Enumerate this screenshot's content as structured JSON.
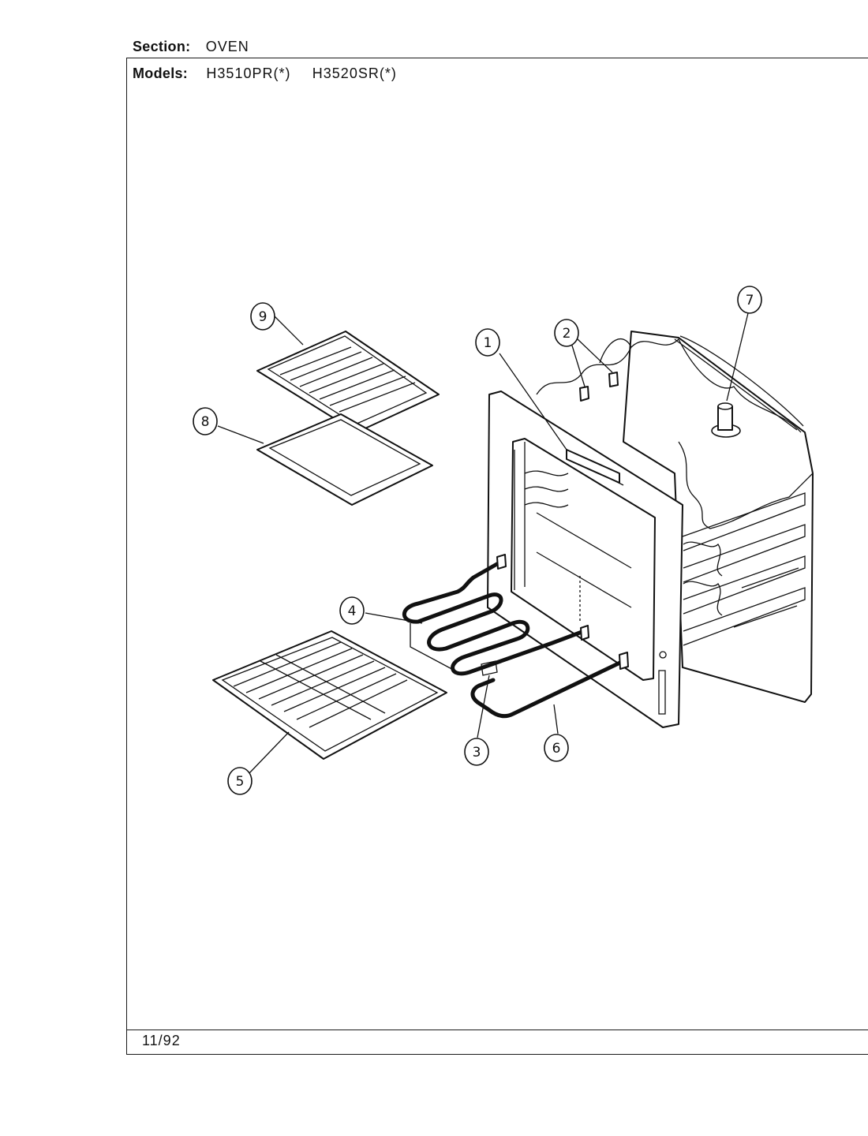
{
  "header": {
    "section_label": "Section:",
    "section_value": "OVEN",
    "models_label": "Models:",
    "models": [
      "H3510PR(*)",
      "H3520SR(*)"
    ]
  },
  "footer": {
    "date": "11/92"
  },
  "callouts": [
    "1",
    "2",
    "3",
    "4",
    "5",
    "6",
    "7",
    "8",
    "9"
  ]
}
